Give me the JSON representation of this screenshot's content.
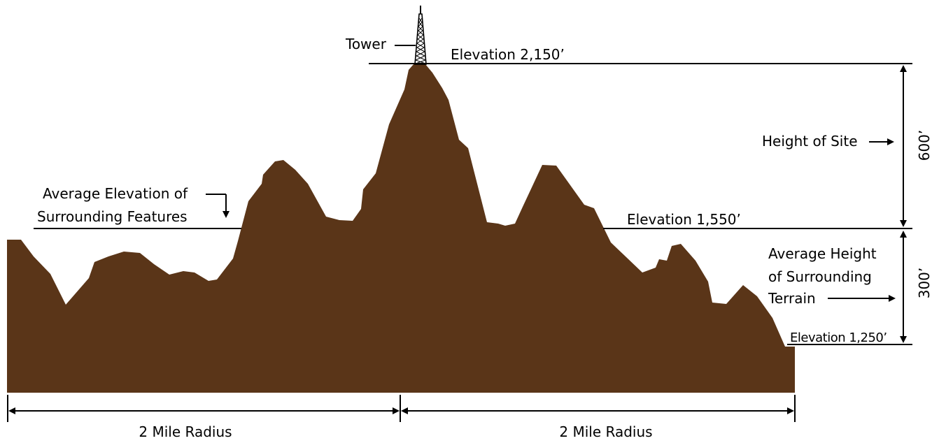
{
  "labels": {
    "tower": "Tower",
    "elev_top": "Elevation 2,150’",
    "elev_mid": "Elevation 1,550’",
    "elev_low": "Elevation 1,250’",
    "height_of_site": "Height of Site",
    "dim_600": "600’",
    "dim_300": "300’",
    "avg_elev_line1": "Average Elevation of",
    "avg_elev_line2": "Surrounding Features",
    "avg_height_line1": "Average Height",
    "avg_height_line2": "of Surrounding",
    "avg_height_line3": "Terrain",
    "radius_left": "2 Mile Radius",
    "radius_right": "2 Mile Radius"
  },
  "colors": {
    "terrain": "#5a3518",
    "line": "#000000"
  }
}
